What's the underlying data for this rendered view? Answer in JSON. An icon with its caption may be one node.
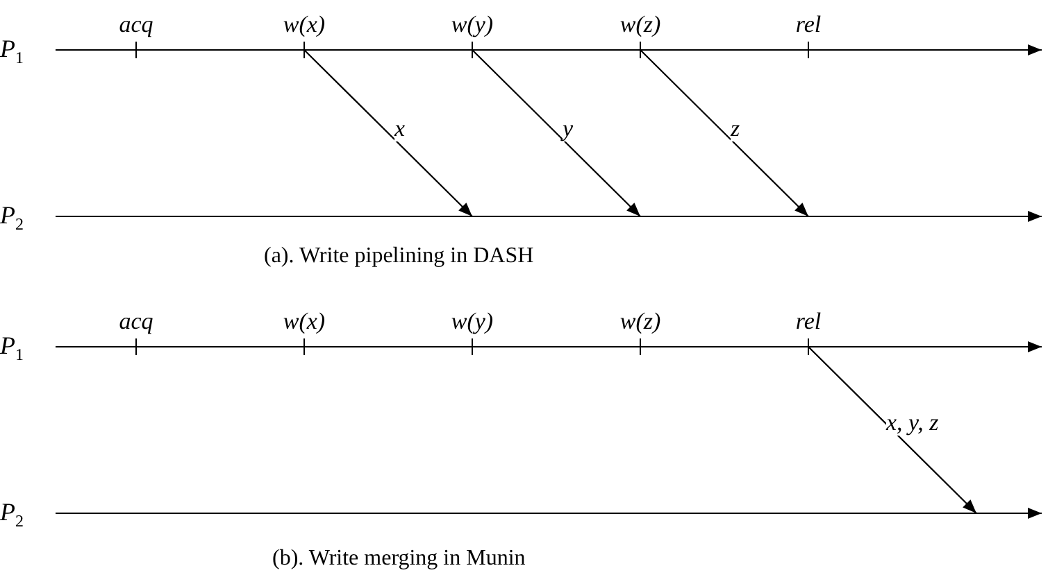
{
  "diagram": {
    "nodes": [
      {
        "text": [
          "acq"
        ]
      },
      {
        "text": [
          "w(x)"
        ]
      },
      {
        "text": [
          "w(y)"
        ]
      },
      {
        "text": [
          "w(z)"
        ]
      },
      {
        "text": [
          "rel"
        ]
      },
      {
        "text": [
          "acq"
        ]
      },
      {
        "text": [
          "w(x)"
        ]
      },
      {
        "text": [
          "w(y)"
        ]
      },
      {
        "text": [
          "w(z)"
        ]
      },
      {
        "text": [
          "rel"
        ]
      }
    ],
    "edges": [
      {
        "from": 1,
        "to": null,
        "arrow": "to",
        "label": "x"
      },
      {
        "from": 2,
        "to": null,
        "arrow": "to",
        "label": "y"
      },
      {
        "from": 3,
        "to": null,
        "arrow": "to",
        "label": "z"
      },
      {
        "from": 9,
        "to": null,
        "arrow": "to",
        "label": "x, y, z"
      }
    ],
    "labels": [
      "P$_{1}$",
      "P$_{2}$",
      "(a). Write pipelining in DASH",
      "P$_{1}$",
      "P$_{2}$",
      "(b). Write merging in Munin"
    ]
  }
}
